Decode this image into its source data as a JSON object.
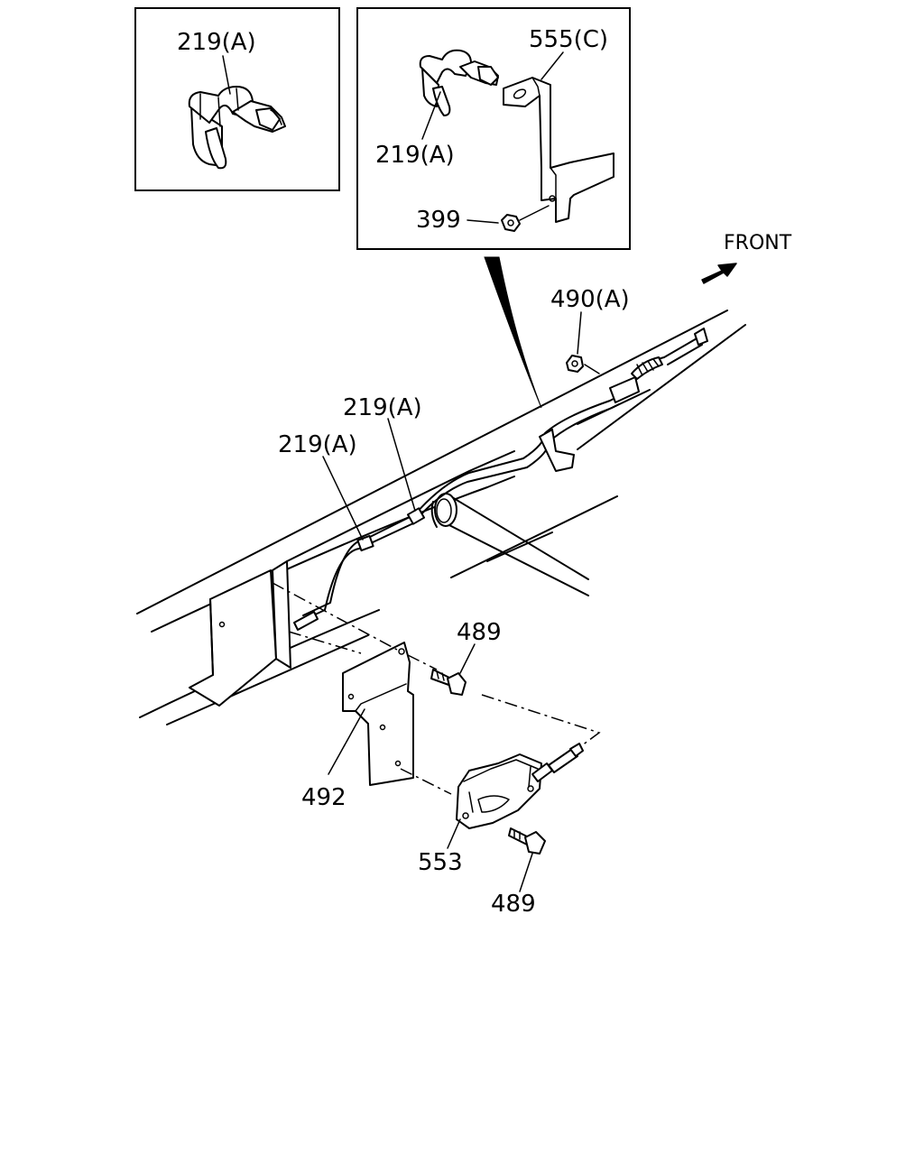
{
  "callouts": {
    "inset1_clip": "219(A)",
    "inset2_bracket": "555(C)",
    "inset2_clip": "219(A)",
    "inset2_nut": "399",
    "nut_490": "490(A)",
    "clip_upper": "219(A)",
    "clip_lower": "219(A)",
    "bolt_upper": "489",
    "bracket_492": "492",
    "actuator_553": "553",
    "bolt_lower": "489"
  },
  "direction": {
    "front_label": "FRONT",
    "arrow_icon": "front-arrow-icon"
  },
  "colors": {
    "line": "#000000",
    "background": "#ffffff"
  }
}
